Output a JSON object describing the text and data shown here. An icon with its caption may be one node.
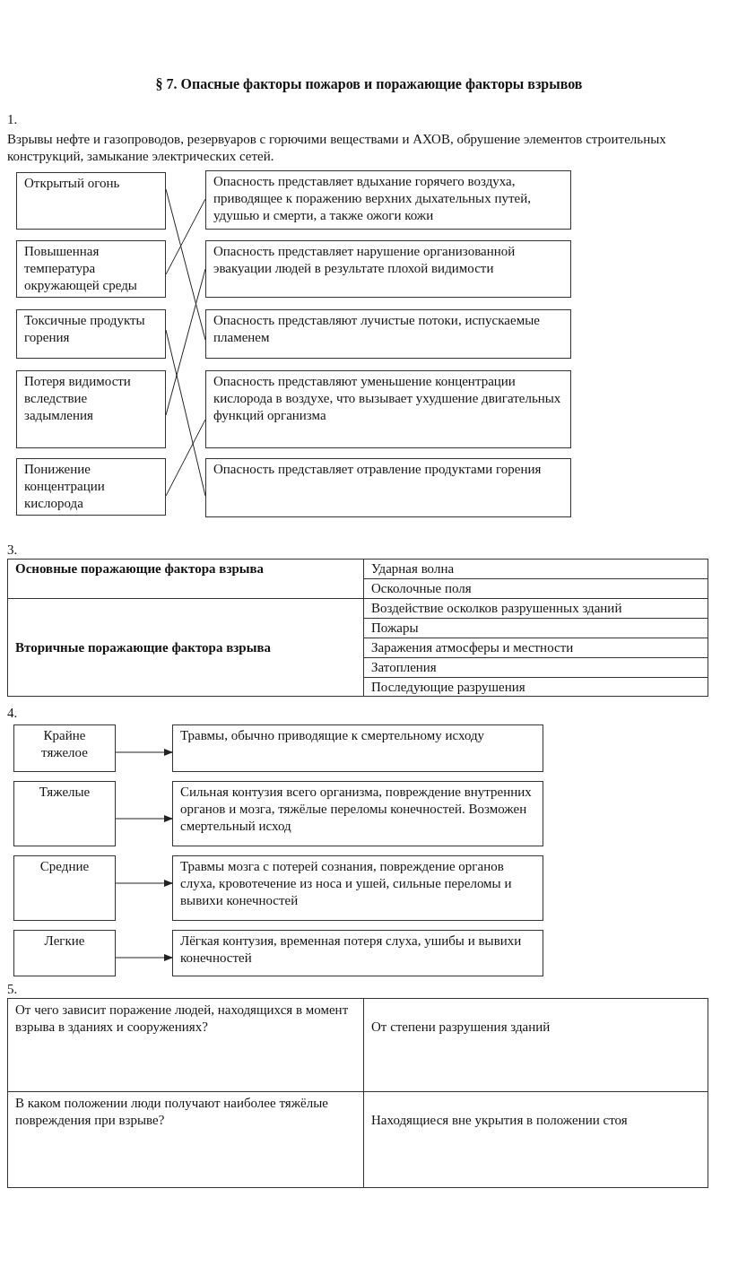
{
  "diagram": {
    "title": "§ 7. Опасные факторы пожаров и поражающие факторы взрывов",
    "nodes": [
      {
        "text": [
          "Открытый огонь"
        ]
      },
      {
        "text": [
          "Повышенная температура окружающей среды"
        ]
      },
      {
        "text": [
          "Токсичные продукты горения"
        ]
      },
      {
        "text": [
          "Потеря видимости вследствие задымления"
        ]
      },
      {
        "text": [
          "Понижение концентрации кислорода"
        ]
      },
      {
        "text": [
          "Опасность представляет вдыхание горячего воздуха, приводящее к поражению верхних дыхательных путей, удушью и смерти, а также ожоги кожи"
        ]
      },
      {
        "text": [
          "Опасность представляет нарушение организованной эвакуации людей в результате плохой видимости"
        ]
      },
      {
        "text": [
          "Опасность представляют лучистые потоки, испускаемые пламенем"
        ]
      },
      {
        "text": [
          "Опасность представляют уменьшение концентрации кислорода в воздухе, что вызывает ухудшение двигательных функций организма"
        ]
      },
      {
        "text": [
          "Опасность представляет отравление продуктами горения"
        ]
      },
      {
        "text": [
          "Крайне тяжелое"
        ]
      },
      {
        "text": [
          "Травмы, обычно приводящие к смертельному исходу"
        ]
      },
      {
        "text": [
          "Тяжелые"
        ]
      },
      {
        "text": [
          "Сильная контузия всего организма, повреждение внутренних органов и мозга, тяжёлые переломы конечностей. Возможен смертельный исход"
        ]
      },
      {
        "text": [
          "Средние"
        ]
      },
      {
        "text": [
          "Травмы мозга с потерей сознания, повреждение органов слуха, кровотечение из носа и ушей, сильные переломы и вывихи конечностей"
        ]
      },
      {
        "text": [
          "Легкие"
        ]
      },
      {
        "text": [
          "Лёгкая контузия, временная потеря слуха, ушибы и вывихи конечностей"
        ]
      }
    ],
    "edges": [
      {
        "from": 0,
        "to": 7,
        "arrow": "none"
      },
      {
        "from": 1,
        "to": 5,
        "arrow": "none"
      },
      {
        "from": 2,
        "to": 9,
        "arrow": "none"
      },
      {
        "from": 3,
        "to": 6,
        "arrow": "none"
      },
      {
        "from": 4,
        "to": 8,
        "arrow": "none"
      },
      {
        "from": 10,
        "to": 11,
        "arrow": "to"
      },
      {
        "from": 12,
        "to": 13,
        "arrow": "to"
      },
      {
        "from": 14,
        "to": 15,
        "arrow": "to"
      },
      {
        "from": 16,
        "to": 17,
        "arrow": "to"
      }
    ],
    "labels": [
      "1.",
      "Взрывы нефте и газопроводов, резервуаров с горючими веществами и АХОВ, обрушение элементов строительных конструкций, замыкание электрических сетей.",
      "3.",
      "Основные поражающие фактора взрыва",
      "Ударная волна",
      "Осколочные поля",
      "Вторичные поражающие фактора взрыва",
      "Воздействие осколков разрушенных зданий",
      "Пожары",
      "Заражения атмосферы и местности",
      "Затопления",
      "Последующие разрушения",
      "4.",
      "5.",
      "От чего зависит поражение людей, находящихся в момент взрыва в зданиях и сооружениях?",
      "От степени разрушения зданий",
      "В каком положении люди получают наиболее тяжёлые повреждения при взрыве?",
      "Находящиеся вне укрытия в положении стоя"
    ]
  }
}
